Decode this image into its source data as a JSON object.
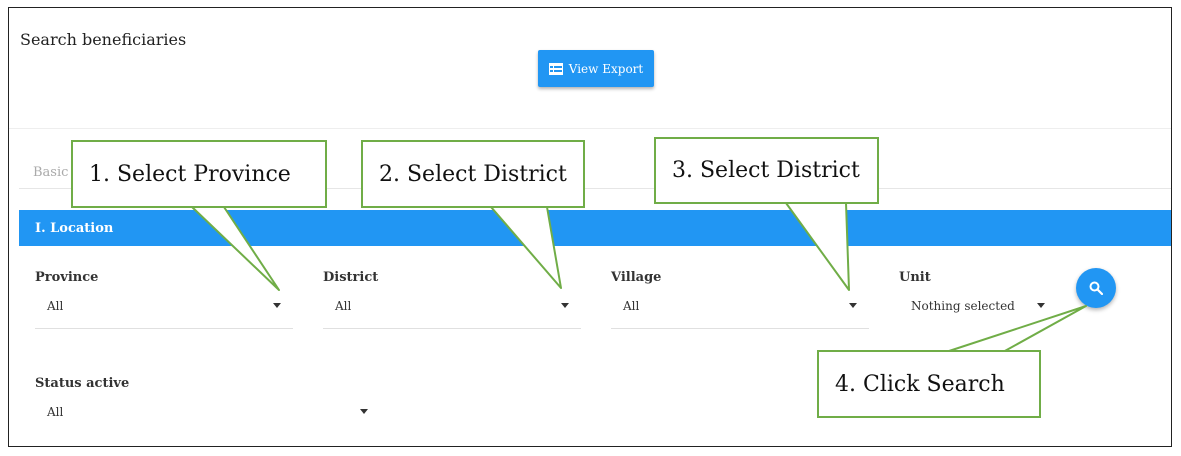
{
  "page": {
    "title": "Search beneficiaries",
    "export_button": {
      "label": "View Export",
      "icon": "table-icon"
    },
    "tab_label": "Basic s"
  },
  "section": {
    "title": "I. Location"
  },
  "fields": {
    "province": {
      "label": "Province",
      "value": "All"
    },
    "district": {
      "label": "District",
      "value": "All"
    },
    "village": {
      "label": "Village",
      "value": "All"
    },
    "unit": {
      "label": "Unit",
      "value": "Nothing selected"
    },
    "status_active": {
      "label": "Status active",
      "value": "All"
    }
  },
  "search_button": {
    "icon": "search-icon"
  },
  "callouts": [
    {
      "text": "1. Select Province"
    },
    {
      "text": "2. Select District"
    },
    {
      "text": "3. Select District"
    },
    {
      "text": "4. Click Search"
    }
  ],
  "colors": {
    "primary": "#2196f3",
    "callout_border": "#70ad47"
  }
}
